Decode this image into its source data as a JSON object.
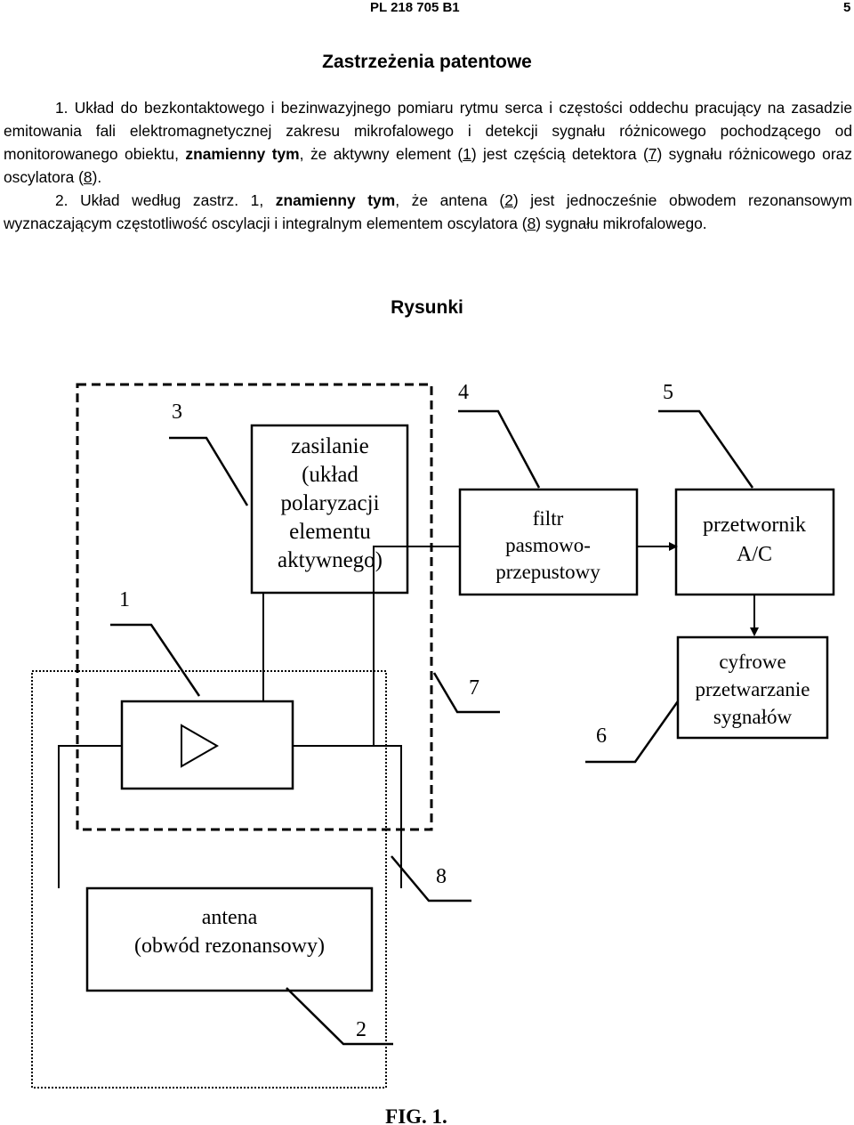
{
  "header": {
    "patent_no": "PL 218 705 B1",
    "page": "5"
  },
  "title": "Zastrzeżenia patentowe",
  "claims": {
    "c1": {
      "a": "1. Układ do bezkontaktowego i bezinwazyjnego pomiaru rytmu serca i częstości oddechu pracujący na zasadzie emitowania fali elektromagnetycznej zakresu mikrofalowego i detekcji sygnału różnicowego pochodzącego od monitorowanego obiektu, ",
      "b": "znamienny tym",
      "c": ", że aktywny element (",
      "d": "1",
      "e": ") jest częścią detektora (",
      "f": "7",
      "g": ") sygnału różnicowego oraz oscylatora (",
      "h": "8",
      "i": ")."
    },
    "c2": {
      "a": "2. Układ według zastrz. 1, ",
      "b": "znamienny tym",
      "c": ", że antena (",
      "d": "2",
      "e": ") jest jednocześnie obwodem rezonansowym wyznaczającym częstotliwość oscylacji i integralnym elementem oscylatora (",
      "f": "8",
      "g": ") sygnału mikrofalowego."
    }
  },
  "figures_heading": "Rysunki",
  "figure": {
    "caption": "FIG. 1.",
    "blocks": {
      "power": [
        "zasilanie",
        "(układ",
        "polaryzacji",
        "elementu",
        "aktywnego)"
      ],
      "filter": [
        "filtr",
        "pasmowo-",
        "przepustowy"
      ],
      "adc": [
        "przetwornik",
        "A/C"
      ],
      "dsp": [
        "cyfrowe",
        "przetwarzanie",
        "sygnałów"
      ],
      "antenna": [
        "antena",
        "(obwód rezonansowy)"
      ]
    },
    "refs": {
      "r1": "1",
      "r2": "2",
      "r3": "3",
      "r4": "4",
      "r5": "5",
      "r6": "6",
      "r7": "7",
      "r8": "8"
    }
  }
}
